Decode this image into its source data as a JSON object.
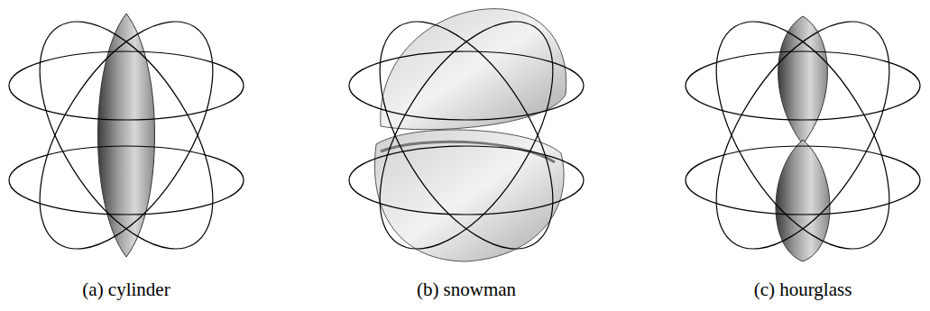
{
  "diagram": {
    "labels": [
      "(a) cylinder",
      "(b) snowman",
      "(c) hourglass"
    ]
  }
}
